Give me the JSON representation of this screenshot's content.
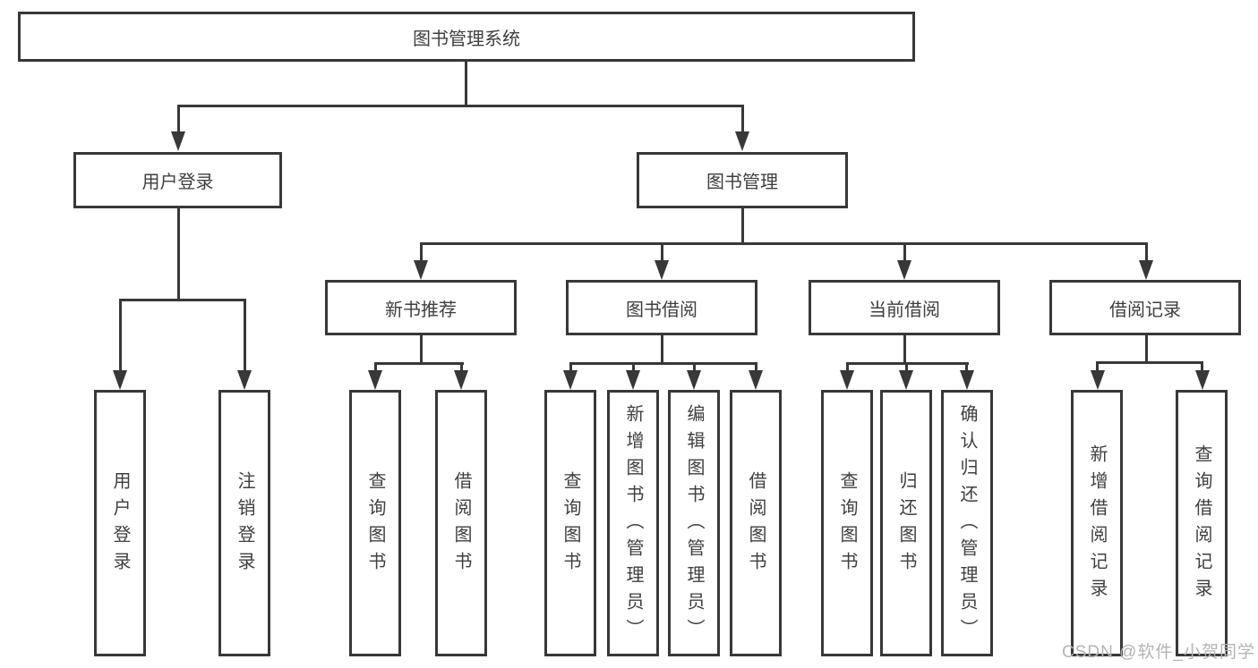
{
  "tree": {
    "label": "图书管理系统",
    "children": [
      {
        "label": "用户登录",
        "children": [
          {
            "label": "用户登录"
          },
          {
            "label": "注销登录"
          }
        ]
      },
      {
        "label": "图书管理",
        "children": [
          {
            "label": "新书推荐",
            "children": [
              {
                "label": "查询图书"
              },
              {
                "label": "借阅图书"
              }
            ]
          },
          {
            "label": "图书借阅",
            "children": [
              {
                "label": "查询图书"
              },
              {
                "label": "新增图书（管理员）"
              },
              {
                "label": "编辑图书（管理员）"
              },
              {
                "label": "借阅图书"
              }
            ]
          },
          {
            "label": "当前借阅",
            "children": [
              {
                "label": "查询图书"
              },
              {
                "label": "归还图书"
              },
              {
                "label": "确认归还（管理员）"
              }
            ]
          },
          {
            "label": "借阅记录",
            "children": [
              {
                "label": "新增借阅记录"
              },
              {
                "label": "查询借阅记录"
              }
            ]
          }
        ]
      }
    ]
  },
  "watermark": "CSDN @软件_小贺同学",
  "colors": {
    "line": "#383838",
    "text": "#3f3f3f",
    "watermark": "#b4b4b4",
    "background": "#ffffff"
  }
}
